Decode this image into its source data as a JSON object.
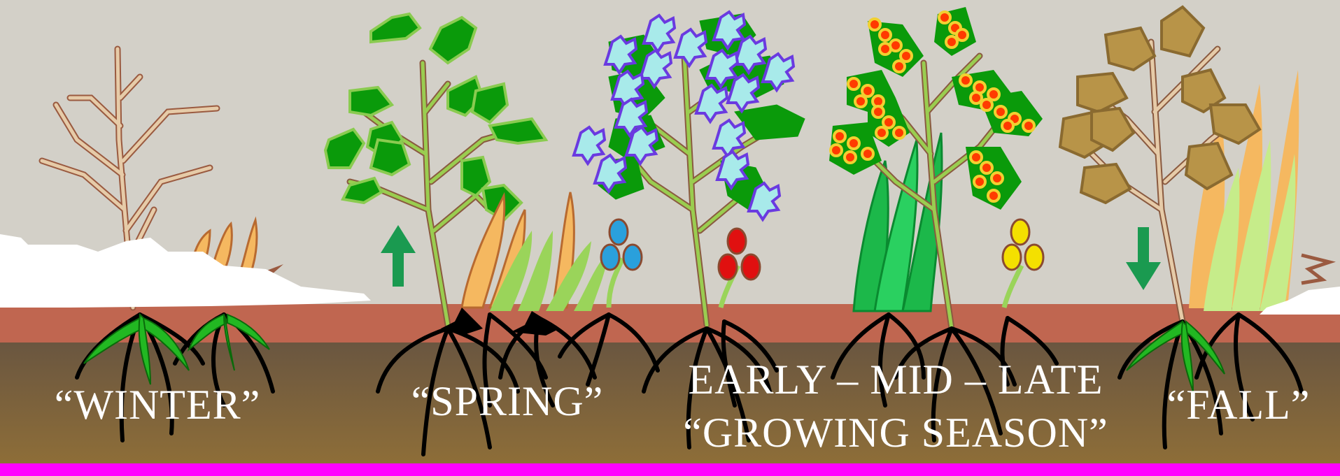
{
  "labels": {
    "winter": "“WINTER”",
    "spring": "“SPRING”",
    "growing_line1": "EARLY – MID – LATE",
    "growing_line2": "“GROWING SEASON”",
    "fall": "“FALL”"
  },
  "colors": {
    "sky": "#d3d0c8",
    "clay_band": "#c06650",
    "soil_top": "#6e5840",
    "soil_bottom": "#8c6d3a",
    "magenta_strip": "#ff00ff",
    "snow": "#ffffff",
    "growth_arrow": "#1a9a50",
    "dormant_stem": "#e6cba8",
    "spring_leaf": "#0a9a0a",
    "fall_leaf": "#b89448",
    "bud_blue": "#2aa0dc",
    "bud_red": "#e01010",
    "bud_yellow": "#f4e000",
    "flower": "#a8eaea",
    "berry": "#ff3a00"
  },
  "icons": [
    "up-arrow-icon",
    "down-arrow-icon"
  ]
}
